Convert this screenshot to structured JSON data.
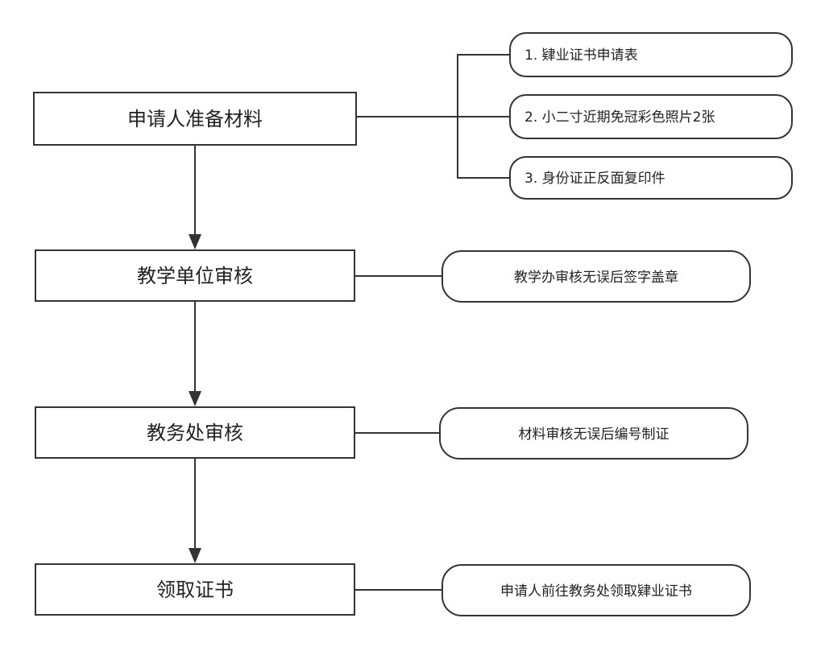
{
  "steps": [
    {
      "label": "申请人准备材料"
    },
    {
      "label": "教学单位审核"
    },
    {
      "label": "教务处审核"
    },
    {
      "label": "领取证书"
    }
  ],
  "notes": {
    "materials": [
      "1. 肄业证书申请表",
      "2. 小二寸近期免冠彩色照片2张",
      "3. 身份证正反面复印件"
    ],
    "unit_review": "教学办审核无误后签字盖章",
    "office_review": "材料审核无误后编号制证",
    "pickup": "申请人前往教务处领取肄业证书"
  },
  "colors": {
    "stroke": "#333333",
    "text": "#222222",
    "background": "#ffffff"
  }
}
